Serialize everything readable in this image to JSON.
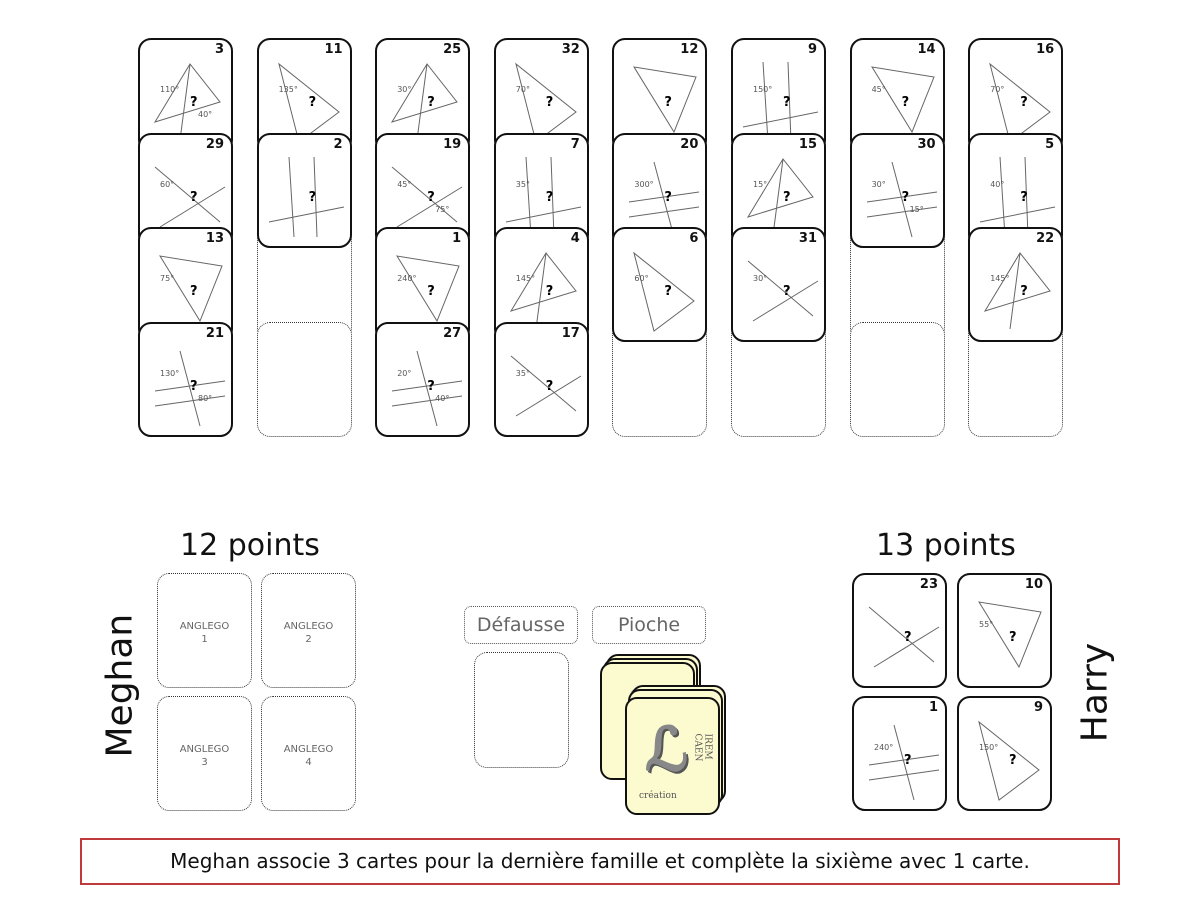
{
  "board": {
    "cards": [
      {
        "col": 0,
        "row": 0,
        "number": "3",
        "labels": [
          "110°",
          "40°"
        ]
      },
      {
        "col": 0,
        "row": 1,
        "number": "29",
        "labels": [
          "60°"
        ]
      },
      {
        "col": 0,
        "row": 2,
        "number": "13",
        "labels": [
          "75°"
        ]
      },
      {
        "col": 0,
        "row": 3,
        "number": "21",
        "labels": [
          "130°",
          "80°"
        ]
      },
      {
        "col": 1,
        "row": 0,
        "number": "11",
        "labels": [
          "135°"
        ]
      },
      {
        "col": 1,
        "row": 1,
        "number": "2",
        "labels": []
      },
      {
        "col": 2,
        "row": 0,
        "number": "25",
        "labels": [
          "30°"
        ]
      },
      {
        "col": 2,
        "row": 1,
        "number": "19",
        "labels": [
          "45°",
          "75°"
        ]
      },
      {
        "col": 2,
        "row": 2,
        "number": "1",
        "labels": [
          "240°"
        ]
      },
      {
        "col": 2,
        "row": 3,
        "number": "27",
        "labels": [
          "20°",
          "40°"
        ]
      },
      {
        "col": 3,
        "row": 0,
        "number": "32",
        "labels": [
          "70°"
        ]
      },
      {
        "col": 3,
        "row": 1,
        "number": "7",
        "labels": [
          "35°"
        ]
      },
      {
        "col": 3,
        "row": 2,
        "number": "4",
        "labels": [
          "145°"
        ]
      },
      {
        "col": 3,
        "row": 3,
        "number": "17",
        "labels": [
          "35°"
        ]
      },
      {
        "col": 4,
        "row": 0,
        "number": "12",
        "labels": []
      },
      {
        "col": 4,
        "row": 1,
        "number": "20",
        "labels": [
          "300°"
        ]
      },
      {
        "col": 4,
        "row": 2,
        "number": "6",
        "labels": [
          "60°"
        ]
      },
      {
        "col": 5,
        "row": 0,
        "number": "9",
        "labels": [
          "150°"
        ]
      },
      {
        "col": 5,
        "row": 1,
        "number": "15",
        "labels": [
          "15°"
        ]
      },
      {
        "col": 5,
        "row": 2,
        "number": "31",
        "labels": [
          "30°"
        ]
      },
      {
        "col": 6,
        "row": 0,
        "number": "14",
        "labels": [
          "45°"
        ]
      },
      {
        "col": 6,
        "row": 1,
        "number": "30",
        "labels": [
          "30°",
          "15°"
        ]
      },
      {
        "col": 7,
        "row": 0,
        "number": "16",
        "labels": [
          "70°"
        ]
      },
      {
        "col": 7,
        "row": 1,
        "number": "5",
        "labels": [
          "40°"
        ]
      },
      {
        "col": 7,
        "row": 2,
        "number": "22",
        "labels": [
          "145°"
        ]
      }
    ],
    "empty_slots": [
      {
        "col": 1,
        "row": 2
      },
      {
        "col": 1,
        "row": 3
      },
      {
        "col": 4,
        "row": 3
      },
      {
        "col": 5,
        "row": 3
      },
      {
        "col": 6,
        "row": 2
      },
      {
        "col": 6,
        "row": 3
      },
      {
        "col": 7,
        "row": 3
      }
    ],
    "question_mark": "?"
  },
  "meghan": {
    "name": "Meghan",
    "points": "12 points",
    "slots": [
      {
        "title": "ANGLEGO",
        "n": "1"
      },
      {
        "title": "ANGLEGO",
        "n": "2"
      },
      {
        "title": "ANGLEGO",
        "n": "3"
      },
      {
        "title": "ANGLEGO",
        "n": "4"
      }
    ]
  },
  "harry": {
    "name": "Harry",
    "points": "13 points",
    "cards": [
      {
        "number": "23",
        "labels": [
          "",
          ""
        ]
      },
      {
        "number": "10",
        "labels": [
          "55°"
        ]
      },
      {
        "number": "1",
        "labels": [
          "240°"
        ]
      },
      {
        "number": "9",
        "labels": [
          "150°"
        ]
      }
    ]
  },
  "piles": {
    "discard_label": "Défausse",
    "draw_label": "Pioche",
    "logo_text": "IREM CAEN",
    "logo_sub": "création"
  },
  "message": "Meghan associe 3 cartes pour la dernière famille et complète la sixième avec 1 carte."
}
